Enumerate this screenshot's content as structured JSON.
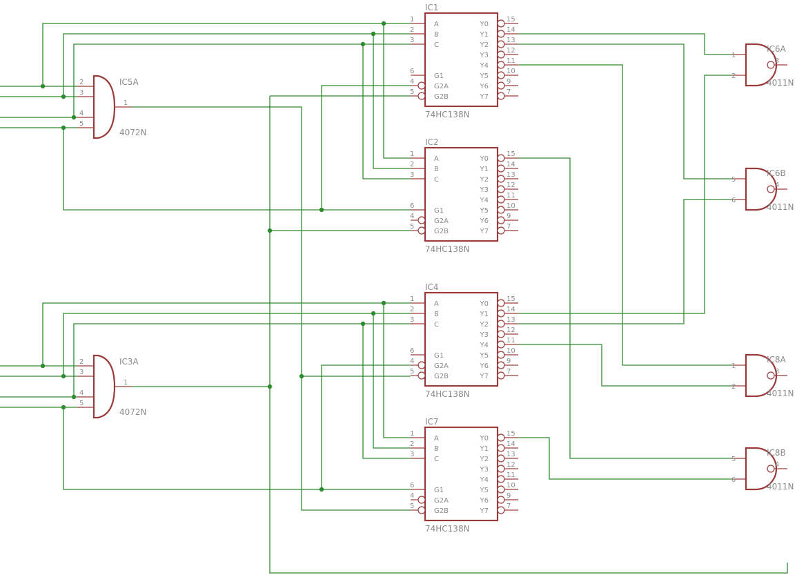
{
  "colors": {
    "wire": "#2e8b2e",
    "symbol": "#9b3a3a",
    "text": "#8a8a8a"
  },
  "decoders": [
    {
      "id": "ic1",
      "name": "IC1",
      "value": "74HC138N"
    },
    {
      "id": "ic2",
      "name": "IC2",
      "value": "74HC138N"
    },
    {
      "id": "ic4",
      "name": "IC4",
      "value": "74HC138N"
    },
    {
      "id": "ic7",
      "name": "IC7",
      "value": "74HC138N"
    }
  ],
  "decoder_pins": {
    "left": [
      {
        "label": "A",
        "num": "1"
      },
      {
        "label": "B",
        "num": "2"
      },
      {
        "label": "C",
        "num": "3"
      },
      {
        "label": "G1",
        "num": "6"
      },
      {
        "label": "G2A",
        "num": "4"
      },
      {
        "label": "G2B",
        "num": "5"
      }
    ],
    "right": [
      {
        "label": "Y0",
        "num": "15"
      },
      {
        "label": "Y1",
        "num": "14"
      },
      {
        "label": "Y2",
        "num": "13"
      },
      {
        "label": "Y3",
        "num": "12"
      },
      {
        "label": "Y4",
        "num": "11"
      },
      {
        "label": "Y5",
        "num": "10"
      },
      {
        "label": "Y6",
        "num": "9"
      },
      {
        "label": "Y7",
        "num": "7"
      }
    ]
  },
  "or_gates": [
    {
      "id": "ic5a",
      "name": "IC5A",
      "value": "4072N",
      "inputs": [
        "2",
        "3",
        "4",
        "5"
      ],
      "output": "1"
    },
    {
      "id": "ic3a",
      "name": "IC3A",
      "value": "4072N",
      "inputs": [
        "2",
        "3",
        "4",
        "5"
      ],
      "output": "1"
    }
  ],
  "nand_gates": [
    {
      "id": "ic6a",
      "name": "IC6A",
      "value": "4011N",
      "inputs": [
        "1",
        "2"
      ],
      "output": "3"
    },
    {
      "id": "ic6b",
      "name": "IC6B",
      "value": "4011N",
      "inputs": [
        "5",
        "6"
      ],
      "output": "4"
    },
    {
      "id": "ic8a",
      "name": "IC8A",
      "value": "4011N",
      "inputs": [
        "1",
        "2"
      ],
      "output": "3"
    },
    {
      "id": "ic8b",
      "name": "IC8B",
      "value": "4011N",
      "inputs": [
        "5",
        "6"
      ],
      "output": "4"
    }
  ]
}
